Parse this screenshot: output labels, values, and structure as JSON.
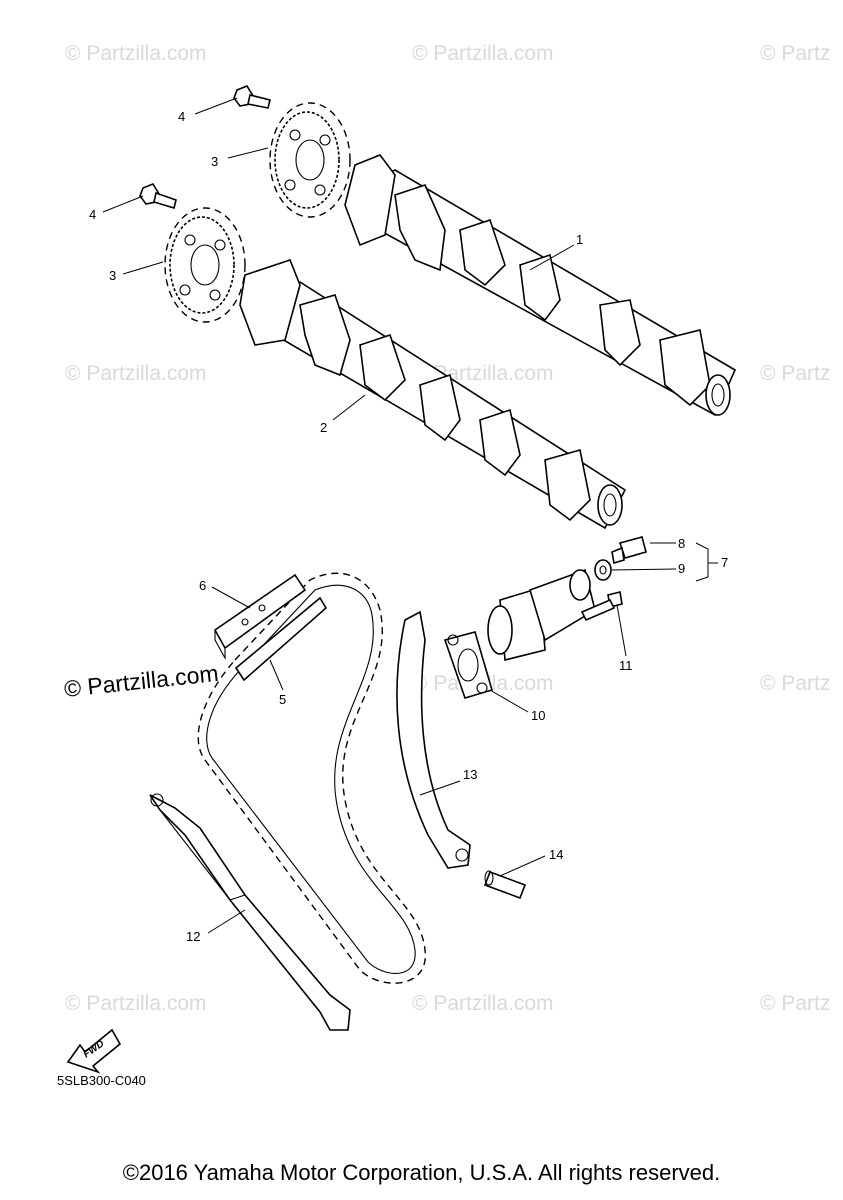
{
  "watermark": {
    "text": "© Partzilla.com",
    "truncated_text": "© Partz"
  },
  "callouts": {
    "p1": "1",
    "p2": "2",
    "p3a": "3",
    "p3b": "3",
    "p4a": "4",
    "p4b": "4",
    "p5": "5",
    "p6": "6",
    "p7": "7",
    "p8": "8",
    "p9": "9",
    "p10": "10",
    "p11": "11",
    "p12": "12",
    "p13": "13",
    "p14": "14"
  },
  "fwd_label": "FWD",
  "diagram_code": "5SLB300-C040",
  "copyright": "©2016 Yamaha Motor Corporation, U.S.A. All rights reserved."
}
